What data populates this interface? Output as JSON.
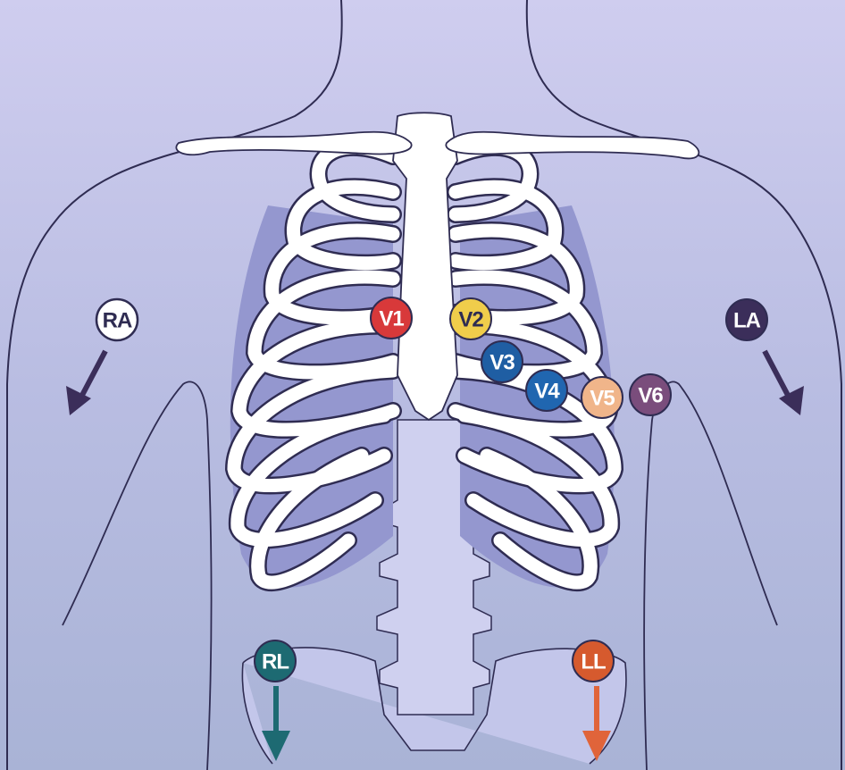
{
  "diagram": {
    "leads": {
      "V1": {
        "label": "V1",
        "color": "#d8393a"
      },
      "V2": {
        "label": "V2",
        "color": "#f0cd4b"
      },
      "V3": {
        "label": "V3",
        "color": "#1f5ea3"
      },
      "V4": {
        "label": "V4",
        "color": "#2066b0"
      },
      "V5": {
        "label": "V5",
        "color": "#f0b58a"
      },
      "V6": {
        "label": "V6",
        "color": "#7a4d7c"
      },
      "RA": {
        "label": "RA",
        "color": "#ffffff"
      },
      "LA": {
        "label": "LA",
        "color": "#3b2e5a"
      },
      "RL": {
        "label": "RL",
        "color": "#1d6a72"
      },
      "LL": {
        "label": "LL",
        "color": "#d65a2e"
      }
    },
    "arrows": {
      "RA": {
        "color": "#3b2e5a"
      },
      "LA": {
        "color": "#3b2e5a"
      },
      "RL": {
        "color": "#1d6a72"
      },
      "LL": {
        "color": "#e0643a"
      }
    },
    "colors": {
      "background_top": "#c9c7ec",
      "background_bottom": "#aab5d8",
      "bone": "#ffffff",
      "outline": "#2f2c52",
      "rib_gap": "#8f8fc7"
    }
  }
}
